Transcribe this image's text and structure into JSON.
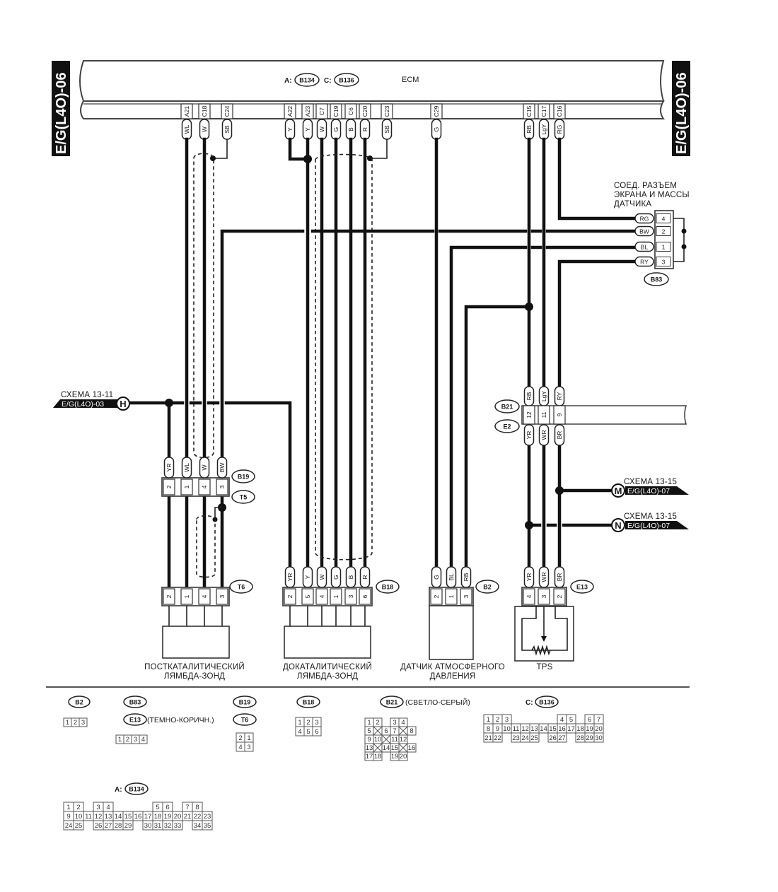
{
  "page_tags": {
    "left": "E/G(L4O)-06",
    "right": "E/G(L4O)-06"
  },
  "ecm": {
    "title": "ECM",
    "connectors": [
      {
        "prefix": "A:",
        "id": "B134"
      },
      {
        "prefix": "C:",
        "id": "B136"
      }
    ],
    "pins": [
      {
        "pin": "A21",
        "color": "WL"
      },
      {
        "pin": "C18",
        "color": "W"
      },
      {
        "pin": "C24",
        "color": "SB"
      },
      {
        "pin": "A22",
        "color": "Y"
      },
      {
        "pin": "A23",
        "color": "Y"
      },
      {
        "pin": "C7",
        "color": "W"
      },
      {
        "pin": "C19",
        "color": "G"
      },
      {
        "pin": "C6",
        "color": "B"
      },
      {
        "pin": "C20",
        "color": "R"
      },
      {
        "pin": "C23",
        "color": "SB"
      },
      {
        "pin": "C29",
        "color": "G"
      },
      {
        "pin": "C15",
        "color": "RB"
      },
      {
        "pin": "C17",
        "color": "LgY"
      },
      {
        "pin": "C16",
        "color": "RG"
      }
    ]
  },
  "b83": {
    "title_lines": [
      "СОЕД. РАЗЪЕМ",
      "ЭКРАНА И  МАССЫ",
      "ДАТЧИКА"
    ],
    "id": "B83",
    "pins": [
      {
        "color": "RG",
        "pin": "4"
      },
      {
        "color": "BW",
        "pin": "2"
      },
      {
        "color": "BL",
        "pin": "1"
      },
      {
        "color": "RY",
        "pin": "3"
      }
    ]
  },
  "ref_h": {
    "scheme": "СХЕМА 13-11",
    "page": "E/G(L4O)-03",
    "letter": "H"
  },
  "ref_m": {
    "scheme": "СХЕМА 13-15",
    "page": "E/G(L4O)-07",
    "letter": "M"
  },
  "ref_n": {
    "scheme": "СХЕМА 13-15",
    "page": "E/G(L4O)-07",
    "letter": "N"
  },
  "b21": {
    "ids": [
      "B21",
      "E2"
    ],
    "top_colors": [
      "RB",
      "LgY",
      "RY"
    ],
    "pins": [
      "12",
      "11",
      "9"
    ],
    "bottom_colors": [
      "YR",
      "WR",
      "BR"
    ]
  },
  "b19": {
    "ids": [
      "B19",
      "T5"
    ],
    "colors": [
      "YR",
      "WL",
      "W",
      "BW"
    ],
    "pins": [
      "2",
      "1",
      "4",
      "3"
    ]
  },
  "t6": {
    "id": "T6",
    "pins": [
      "2",
      "1",
      "4",
      "3"
    ]
  },
  "b18": {
    "id": "B18",
    "colors": [
      "YR",
      "Y",
      "W",
      "G",
      "B",
      "R"
    ],
    "pins": [
      "2",
      "5",
      "4",
      "1",
      "3",
      "6"
    ]
  },
  "b2": {
    "id": "B2",
    "colors": [
      "G",
      "BL",
      "RB"
    ],
    "pins": [
      "2",
      "1",
      "3"
    ]
  },
  "e13": {
    "id": "E13",
    "colors": [
      "YR",
      "WR",
      "BR"
    ],
    "pins": [
      "4",
      "3",
      "2"
    ]
  },
  "components": {
    "post_cat": [
      "ПОСТКАТАЛИТИЧЕСКИЙ",
      "ЛЯМБДА-ЗОНД"
    ],
    "pre_cat": [
      "ДОКАТАЛИТИЧЕСКИЙ",
      "ЛЯМБДА-ЗОНД"
    ],
    "baro": [
      "ДАТЧИК АТМОСФЕРНОГО",
      "ДАВЛЕНИЯ"
    ],
    "tps": [
      "TPS"
    ]
  },
  "legend": {
    "b2": {
      "id": "B2",
      "rows": [
        [
          "1",
          "2",
          "3"
        ]
      ]
    },
    "b83_e13": {
      "ids": [
        "B83",
        "E13"
      ],
      "note": "(ТЕМНО-КОРИЧН.)",
      "rows": [
        [
          "1",
          "2",
          "3",
          "4"
        ]
      ]
    },
    "b19_t6": {
      "ids": [
        "B19",
        "T6"
      ],
      "rows": [
        [
          "2",
          "1"
        ],
        [
          "4",
          "3"
        ]
      ]
    },
    "b18": {
      "id": "B18",
      "rows": [
        [
          "1",
          "2",
          "3"
        ],
        [
          "4",
          "5",
          "6"
        ]
      ]
    },
    "b21": {
      "id": "B21",
      "note": "(СВЕТЛО-СЕРЫЙ)",
      "rows": [
        [
          "1",
          "2",
          "",
          "3",
          "4"
        ],
        [
          "5",
          "X",
          "6",
          "7",
          "X",
          "8"
        ],
        [
          "9",
          "10",
          "X",
          "11",
          "12"
        ],
        [
          "13",
          "X",
          "14",
          "15",
          "X",
          "16"
        ],
        [
          "17",
          "18",
          "",
          "19",
          "20"
        ]
      ]
    },
    "b136": {
      "prefix": "C:",
      "id": "B136",
      "rows": [
        [
          "1",
          "2",
          "3",
          "",
          "",
          "",
          "",
          "",
          "4",
          "5",
          "",
          "6",
          "7"
        ],
        [
          "8",
          "9",
          "10",
          "11",
          "12",
          "13",
          "14",
          "15",
          "16",
          "17",
          "18",
          "19",
          "20"
        ],
        [
          "21",
          "22",
          "",
          "23",
          "24",
          "25",
          "",
          "26",
          "27",
          "",
          "28",
          "29",
          "30"
        ]
      ]
    },
    "b134": {
      "prefix": "A:",
      "id": "B134",
      "rows": [
        [
          "1",
          "2",
          "",
          "3",
          "4",
          "",
          "",
          "",
          "",
          "5",
          "6",
          "",
          "7",
          "8"
        ],
        [
          "9",
          "10",
          "11",
          "12",
          "13",
          "14",
          "15",
          "16",
          "17",
          "18",
          "19",
          "20",
          "21",
          "22",
          "23"
        ],
        [
          "24",
          "25",
          "",
          "26",
          "27",
          "28",
          "29",
          "",
          "30",
          "31",
          "32",
          "33",
          "",
          "34",
          "35"
        ]
      ]
    }
  }
}
